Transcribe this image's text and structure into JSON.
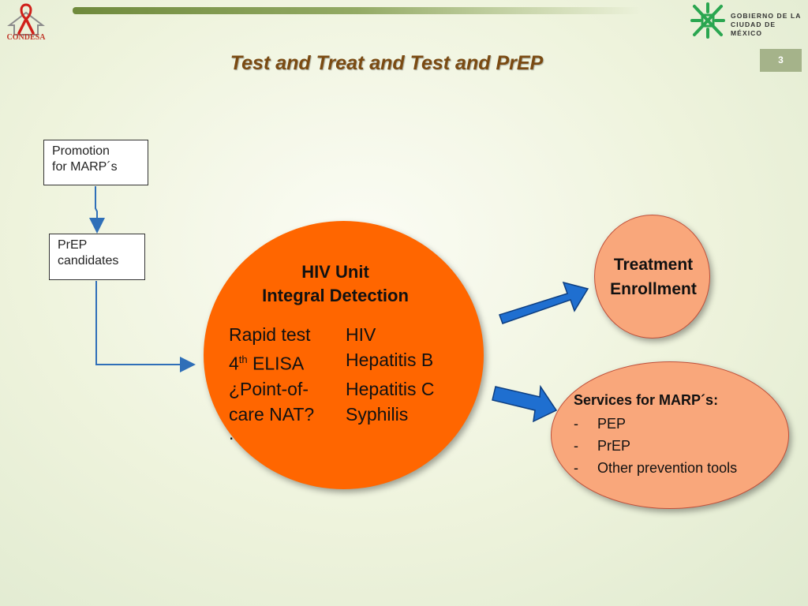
{
  "header": {
    "left_logo_text": "CONDESA",
    "right_logo_text": [
      "GOBIERNO DE LA",
      "CIUDAD DE MÉXICO"
    ],
    "title": "Test and Treat and Test and PrEP",
    "page_number": "3"
  },
  "flow": {
    "promotion_box": [
      "Promotion",
      "for MARP´s"
    ],
    "prep_box": [
      "PrEP",
      "candidates"
    ]
  },
  "hiv_unit": {
    "title_lines": [
      "HIV Unit",
      "Integral Detection"
    ],
    "rows": [
      {
        "method": "Rapid test",
        "target": "HIV"
      },
      {
        "method": "4th ELISA",
        "target": "Hepatitis B"
      },
      {
        "method": "¿Point-of-",
        "target": "Hepatitis C"
      },
      {
        "method": "care NAT?",
        "target": "Syphilis"
      }
    ],
    "trailing": "."
  },
  "treatment": {
    "lines": [
      "Treatment",
      "Enrollment"
    ]
  },
  "services": {
    "title": "Services for MARP´s:",
    "items": [
      "PEP",
      "PrEP",
      "Other prevention tools"
    ]
  },
  "colors": {
    "unit_circle": "#ff6600",
    "outcome_circles": "#f9a77b",
    "arrows": "#1f6fd0",
    "title": "#7a4a12"
  }
}
